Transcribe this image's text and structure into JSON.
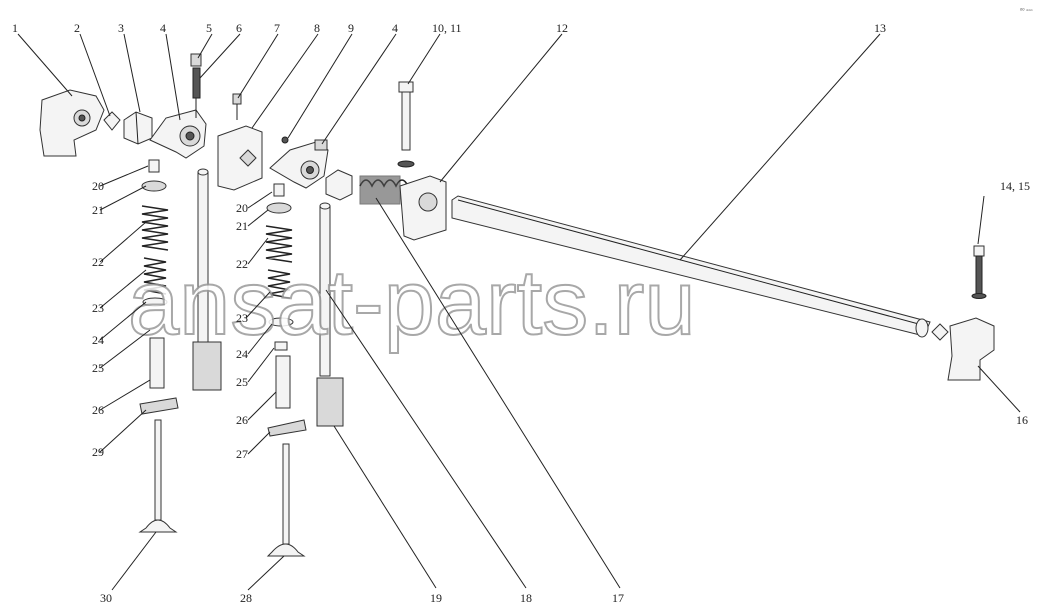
{
  "corner_mark": "ᵒᵒ ▫▫▫",
  "watermark": "ansat-parts.ru",
  "callouts": [
    {
      "id": "c1",
      "text": "1"
    },
    {
      "id": "c2",
      "text": "2"
    },
    {
      "id": "c3",
      "text": "3"
    },
    {
      "id": "c4a",
      "text": "4"
    },
    {
      "id": "c5",
      "text": "5"
    },
    {
      "id": "c6",
      "text": "6"
    },
    {
      "id": "c7",
      "text": "7"
    },
    {
      "id": "c8",
      "text": "8"
    },
    {
      "id": "c9",
      "text": "9"
    },
    {
      "id": "c4b",
      "text": "4"
    },
    {
      "id": "c1011",
      "text": "10, 11"
    },
    {
      "id": "c12",
      "text": "12"
    },
    {
      "id": "c13",
      "text": "13"
    },
    {
      "id": "c1415",
      "text": "14, 15"
    },
    {
      "id": "c16",
      "text": "16"
    },
    {
      "id": "c20a",
      "text": "20"
    },
    {
      "id": "c21a",
      "text": "21"
    },
    {
      "id": "c22a",
      "text": "22"
    },
    {
      "id": "c23a",
      "text": "23"
    },
    {
      "id": "c24a",
      "text": "24"
    },
    {
      "id": "c25a",
      "text": "25"
    },
    {
      "id": "c26a",
      "text": "26"
    },
    {
      "id": "c29",
      "text": "29"
    },
    {
      "id": "c30",
      "text": "30"
    },
    {
      "id": "c20b",
      "text": "20"
    },
    {
      "id": "c21b",
      "text": "21"
    },
    {
      "id": "c22b",
      "text": "22"
    },
    {
      "id": "c23b",
      "text": "23"
    },
    {
      "id": "c24b",
      "text": "24"
    },
    {
      "id": "c25b",
      "text": "25"
    },
    {
      "id": "c26b",
      "text": "26"
    },
    {
      "id": "c27",
      "text": "27"
    },
    {
      "id": "c28",
      "text": "28"
    },
    {
      "id": "c19",
      "text": "19"
    },
    {
      "id": "c18",
      "text": "18"
    },
    {
      "id": "c17",
      "text": "17"
    }
  ]
}
